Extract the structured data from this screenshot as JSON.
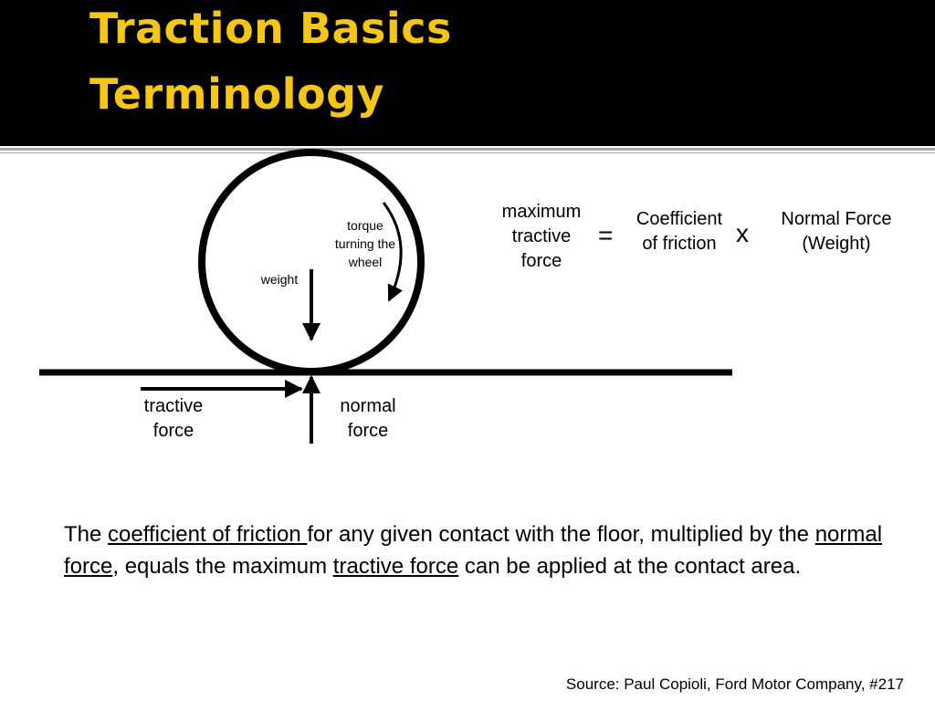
{
  "slide": {
    "title_line1": "Traction Basics",
    "title_line2": "Terminology",
    "title_color": "#f5c518",
    "header_background": "#000000",
    "rule_color": "#a6a6a6"
  },
  "diagram": {
    "labels": {
      "torque_line1": "torque",
      "torque_line2": "turning the",
      "torque_line3": "wheel",
      "weight": "weight",
      "tractive_line1": "tractive",
      "tractive_line2": "force",
      "normal_line1": "normal",
      "normal_line2": "force"
    }
  },
  "equation": {
    "lhs_line1": "maximum",
    "lhs_line2": "tractive",
    "lhs_line3": "force",
    "equals": "=",
    "coef_line1": "Coefficient",
    "coef_line2": "of friction",
    "times": "x",
    "normal_line1": "Normal Force",
    "normal_line2": "(Weight)"
  },
  "paragraph": {
    "p1": "The ",
    "u1": "coefficient  of friction ",
    "p2": "for any given contact with the floor, multiplied by the ",
    "u2": "normal force",
    "p3": ", equals the maximum ",
    "u3": "tractive force",
    "p4": " can be applied at the contact area."
  },
  "source": "Source: Paul Copioli, Ford Motor Company, #217"
}
